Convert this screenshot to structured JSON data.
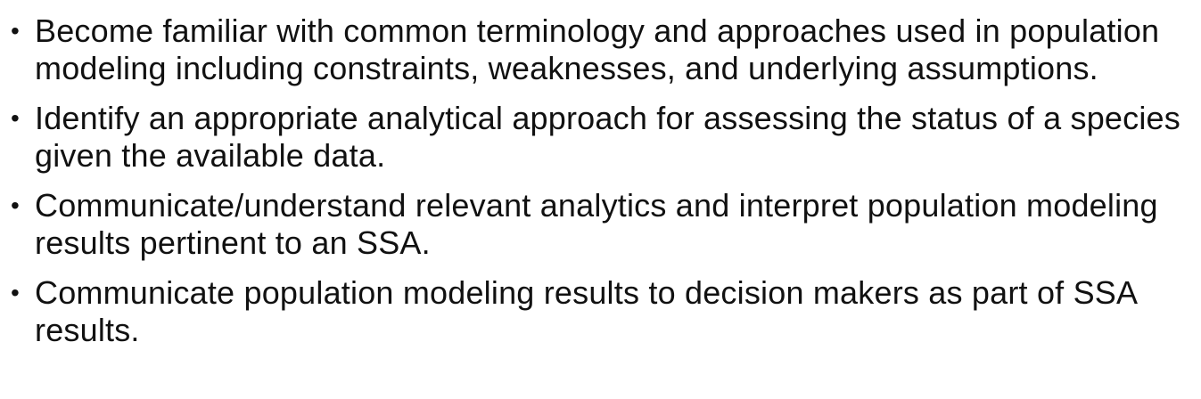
{
  "bullets": [
    {
      "marker": "•",
      "text": "Become familiar with common terminology and approaches used in population modeling including constraints, weaknesses, and underlying assumptions."
    },
    {
      "marker": "•",
      "text": "Identify an appropriate analytical approach for assessing the status of a species given the available data."
    },
    {
      "marker": "•",
      "text": "Communicate/understand relevant analytics and interpret population modeling results pertinent to an SSA."
    },
    {
      "marker": "•",
      "text": "Communicate population modeling results to decision makers as part of SSA results."
    }
  ]
}
